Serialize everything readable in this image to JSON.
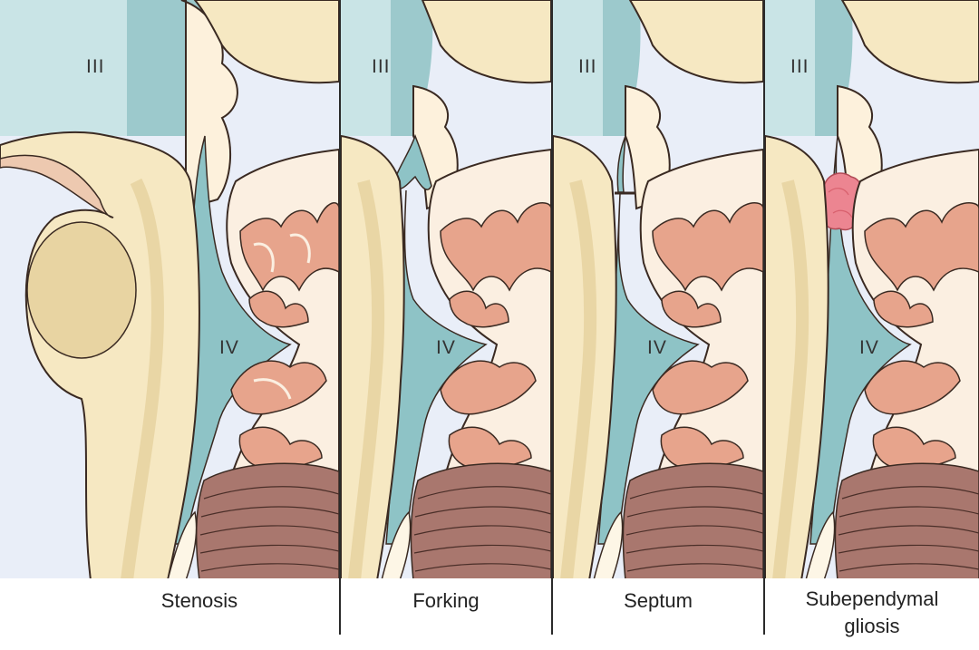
{
  "panels": [
    {
      "caption": "Stenosis",
      "label_third": "III",
      "label_fourth": "IV"
    },
    {
      "caption": "Forking",
      "label_third": "III",
      "label_fourth": "IV"
    },
    {
      "caption": "Septum",
      "label_third": "III",
      "label_fourth": "IV"
    },
    {
      "caption": "Subependymal\ngliosis",
      "label_third": "III",
      "label_fourth": "IV"
    }
  ],
  "colors": {
    "ventricle": "#7fb9bd",
    "ventricle_light": "#cfe6e7",
    "brainstem": "#f6e8c2",
    "brainstem_dark": "#e4cf98",
    "tectum": "#fdf1dc",
    "cerebellum_cortex": "#e7a48c",
    "cerebellum_white": "#fbefe1",
    "cerebellum_folia": "#a9776e",
    "background": "#e9eef8",
    "gliosis": "#ec8591",
    "outline": "#3a2a22"
  }
}
